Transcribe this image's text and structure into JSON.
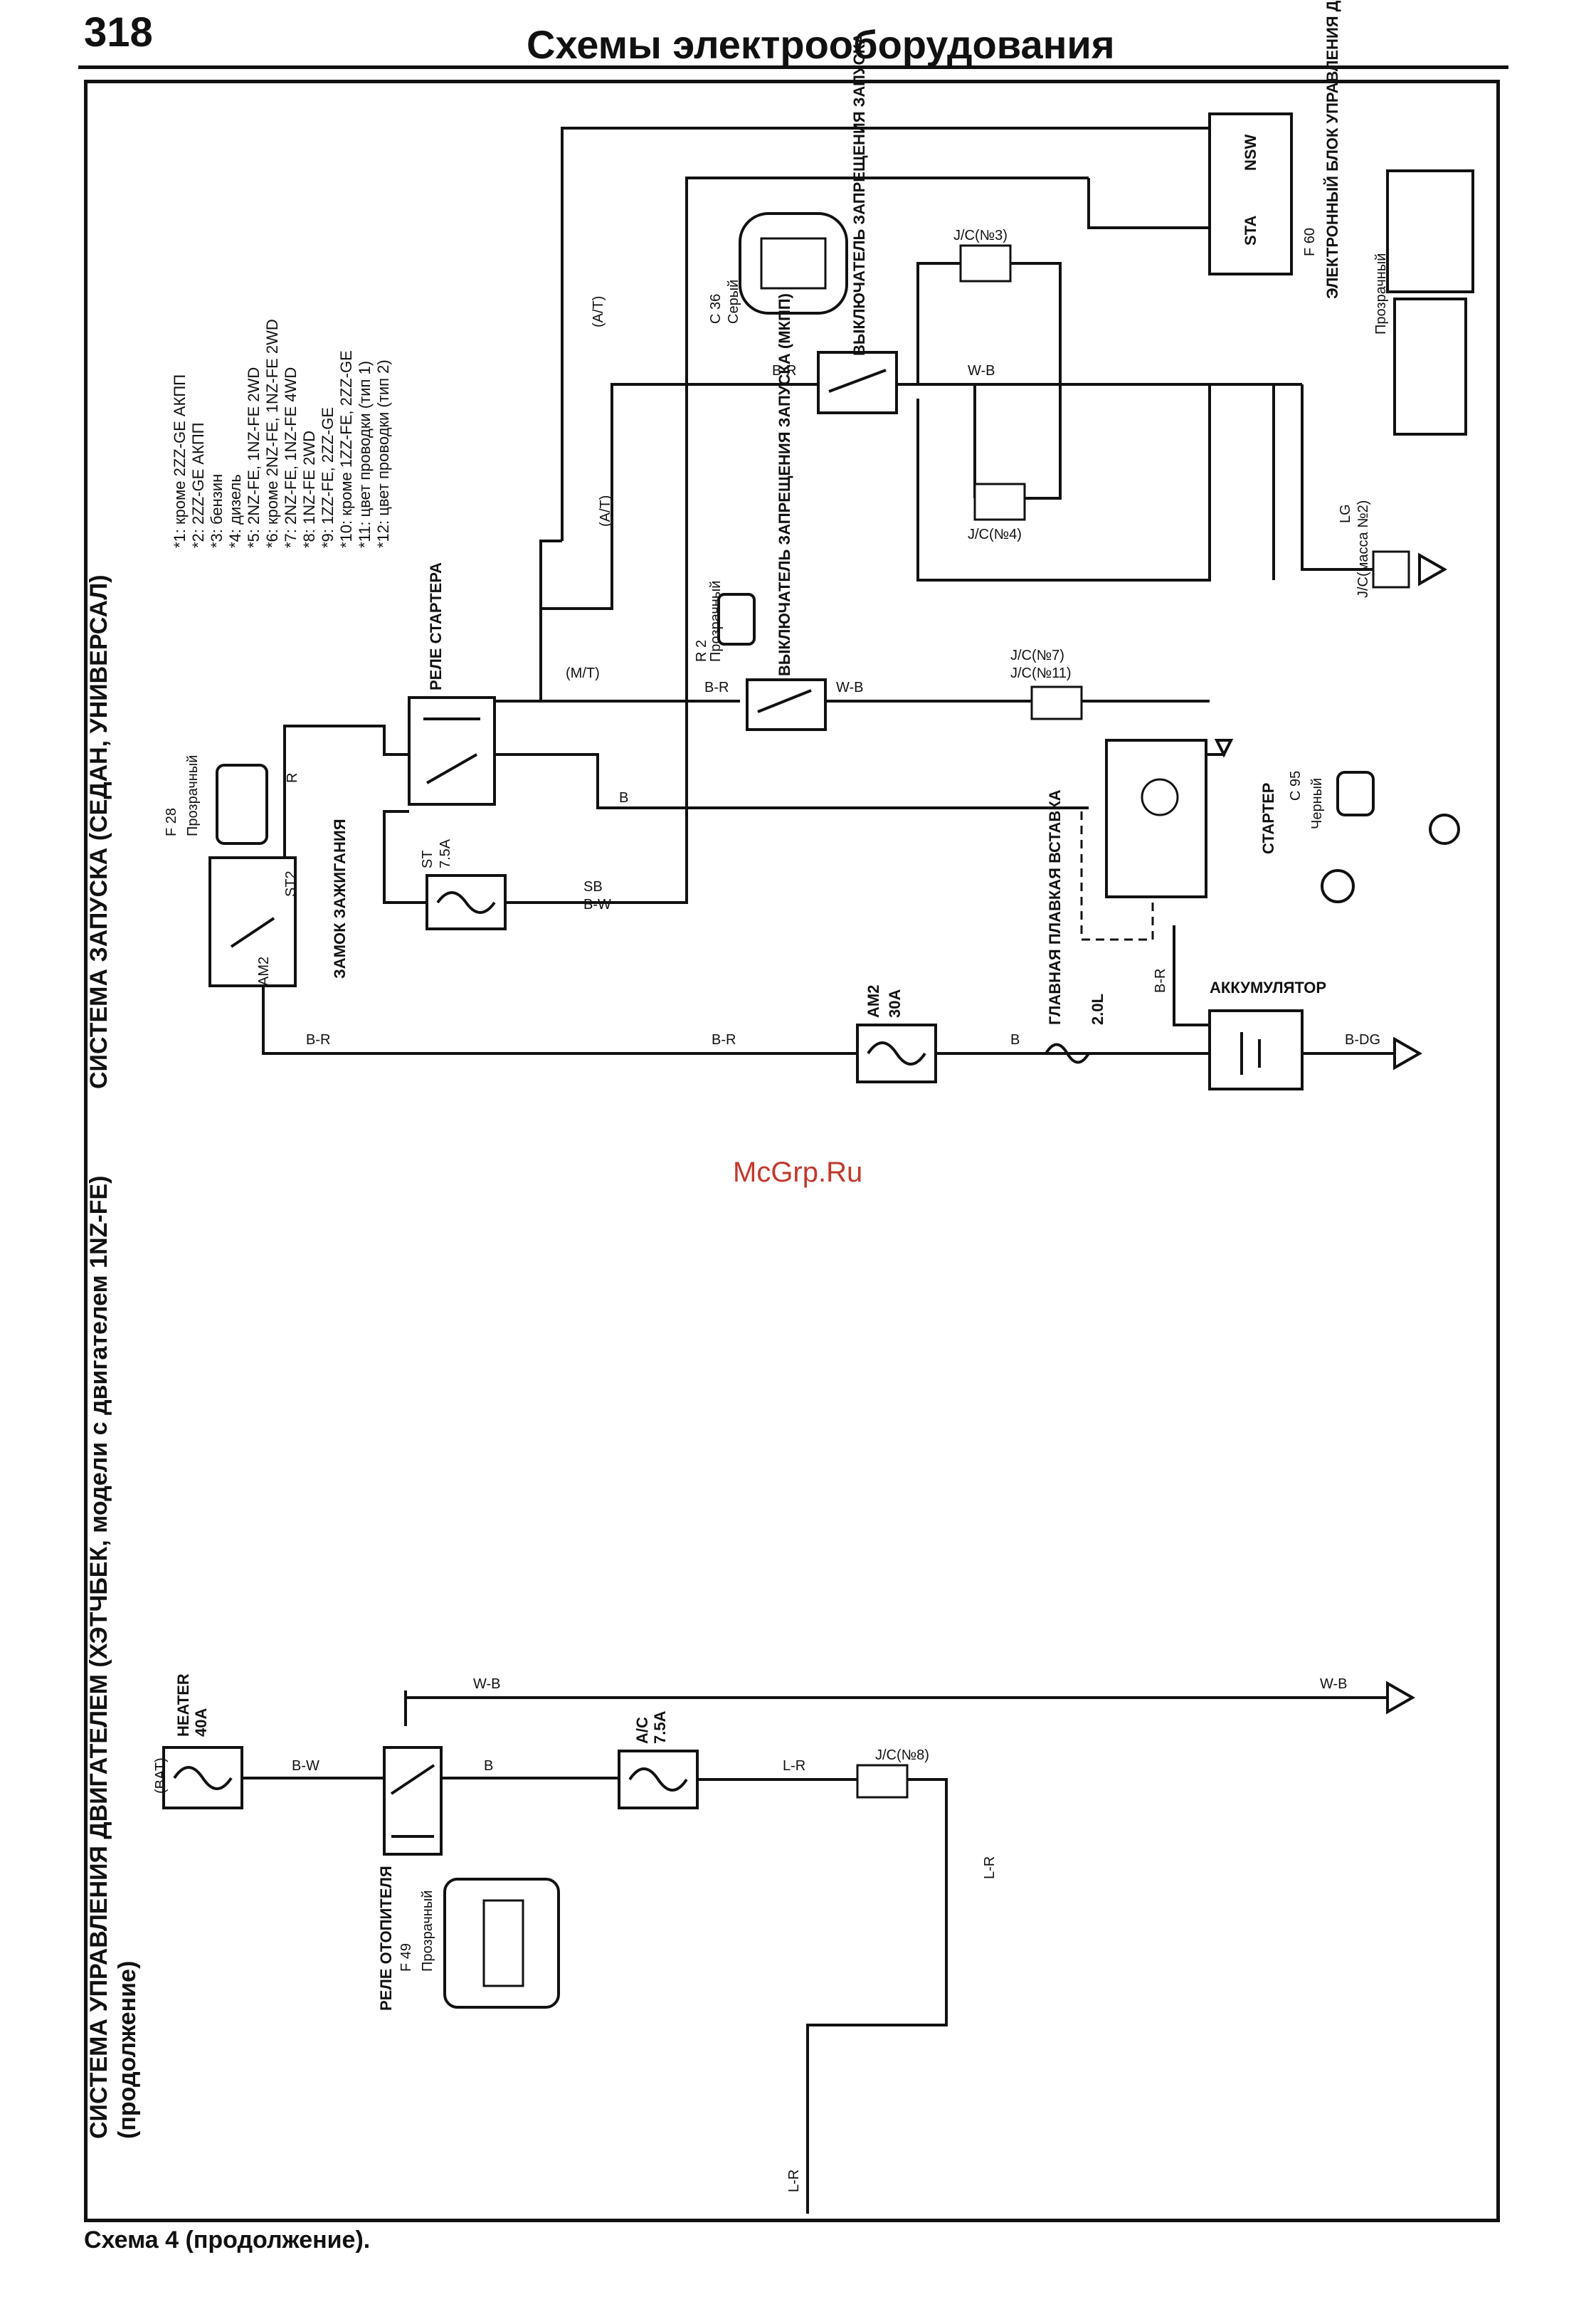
{
  "header": {
    "page_number": "318",
    "title": "Схемы электрооборудования"
  },
  "footer": {
    "caption": "Схема 4 (продолжение)."
  },
  "watermark": "McGrp.Ru",
  "sections": {
    "engine_control_title": "СИСТЕМА УПРАВЛЕНИЯ ДВИГАТЕЛЕМ (ХЭТЧБЕК, модели с двигателем 1NZ-FE)",
    "engine_control_sub": "(продолжение)",
    "starting_title": "СИСТЕМА ЗАПУСКА (СЕДАН, УНИВЕРСАЛ)"
  },
  "notes": [
    "*1: кроме 2ZZ-GE АКПП",
    "*2: 2ZZ-GE АКПП",
    "*3: бензин",
    "*4: дизель",
    "*5: 2NZ-FE, 1NZ-FE 2WD",
    "*6: кроме 2NZ-FE, 1NZ-FE 2WD",
    "*7: 2NZ-FE, 1NZ-FE 4WD",
    "*8: 1NZ-FE 2WD",
    "*9: 1ZZ-FE, 2ZZ-GE",
    "*10: кроме 1ZZ-FE, 2ZZ-GE",
    "*11: цвет проводки (тип 1)",
    "*12: цвет проводки (тип 2)"
  ],
  "components": {
    "ignition_switch": "ЗАМОК ЗАЖИГАНИЯ",
    "ignition_code": "F 28",
    "ignition_conn": "Прозрачный",
    "st2": "ST2",
    "am2_term": "AM2",
    "starter_relay": "РЕЛЕ СТАРТЕРА",
    "st_fuse": "ST",
    "st_fuse_val": "7.5A",
    "am2_fuse": "AM2",
    "am2_fuse_val": "30A",
    "main_fuse": "ГЛАВНАЯ ПЛАВКАЯ ВСТАВКА",
    "main_fuse_val": "2.0L",
    "battery": "АККУМУЛЯТОР",
    "starter": "СТАРТЕР",
    "starter_conn": "Черный",
    "starter_code": "C 95",
    "clutch_switch": "ВЫКЛЮЧАТЕЛЬ ЗАПРЕЩЕНИЯ ЗАПУСКА (МКПП)",
    "clutch_code": "R 2",
    "clutch_conn": "Прозрачный",
    "park_switch": "ВЫКЛЮЧАТЕЛЬ ЗАПРЕЩЕНИЯ ЗАПУСКА",
    "park_code": "C 36",
    "park_conn": "Серый",
    "ecu": "ЭЛЕКТРОННЫЙ БЛОК УПРАВЛЕНИЯ ДВИГАТЕЛЕМ",
    "ecu_code": "F 60",
    "ecu_conn": "Прозрачный",
    "jc3": "J/C(№3)",
    "jc4": "J/C(№4)",
    "jc7": "J/C(№7)",
    "jc11": "J/C(№11)",
    "jc_mass2": "J/C(масса №2)",
    "jc8": "J/C(№8)",
    "heater_fuse": "HEATER",
    "heater_fuse_val": "40A",
    "ac_fuse": "A/C",
    "ac_fuse_val": "7.5A",
    "heater_relay": "РЕЛЕ ОТОПИТЕЛЯ",
    "heater_relay_code": "F 49",
    "heater_relay_conn": "Прозрачный",
    "nsw": "NSW",
    "sta": "STA",
    "bat": "(BAT)"
  },
  "wires": {
    "br": "B-R",
    "b": "B",
    "wb": "W-B",
    "bw": "B-W",
    "lr": "L-R",
    "lg": "LG",
    "sb": "SB",
    "bdg": "B-DG",
    "at": "(A/T)",
    "mt": "(M/T)",
    "r": "R"
  }
}
